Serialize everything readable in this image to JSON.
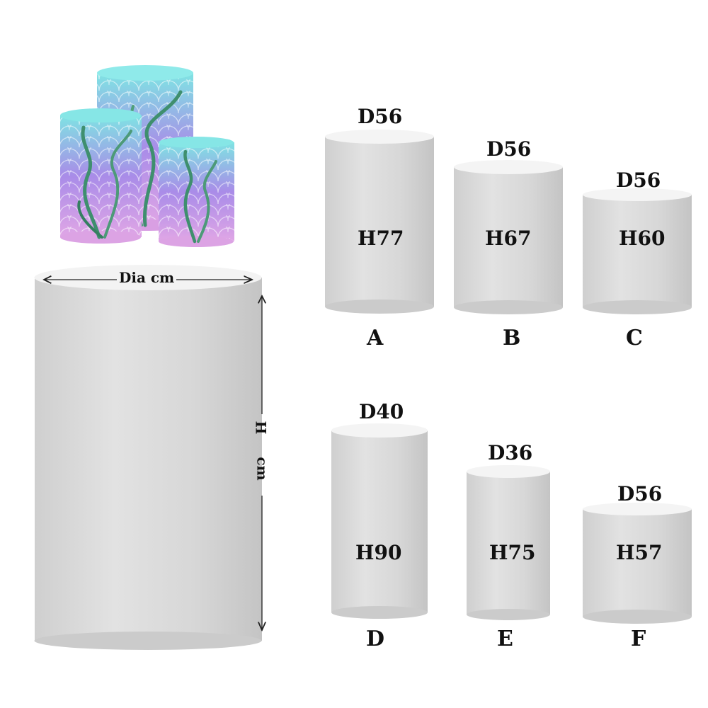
{
  "diagram": {
    "legend": {
      "diameter_label": "Dia cm",
      "height_label_top": "H",
      "height_label_bottom": "cm"
    },
    "cylinders": [
      {
        "letter": "A",
        "diameter": "D56",
        "height": "H77"
      },
      {
        "letter": "B",
        "diameter": "D56",
        "height": "H67"
      },
      {
        "letter": "C",
        "diameter": "D56",
        "height": "H60"
      },
      {
        "letter": "D",
        "diameter": "D40",
        "height": "H90"
      },
      {
        "letter": "E",
        "diameter": "D36",
        "height": "H75"
      },
      {
        "letter": "F",
        "diameter": "D56",
        "height": "H57"
      }
    ],
    "colors": {
      "cylinder_body": "#d9d9d9",
      "cylinder_top": "#f4f4f4",
      "mermaid_teal": "#7fe3e3",
      "mermaid_purple": "#a98ce8",
      "mermaid_pink": "#e0a6e6",
      "seaweed": "#3f8f6e"
    }
  }
}
